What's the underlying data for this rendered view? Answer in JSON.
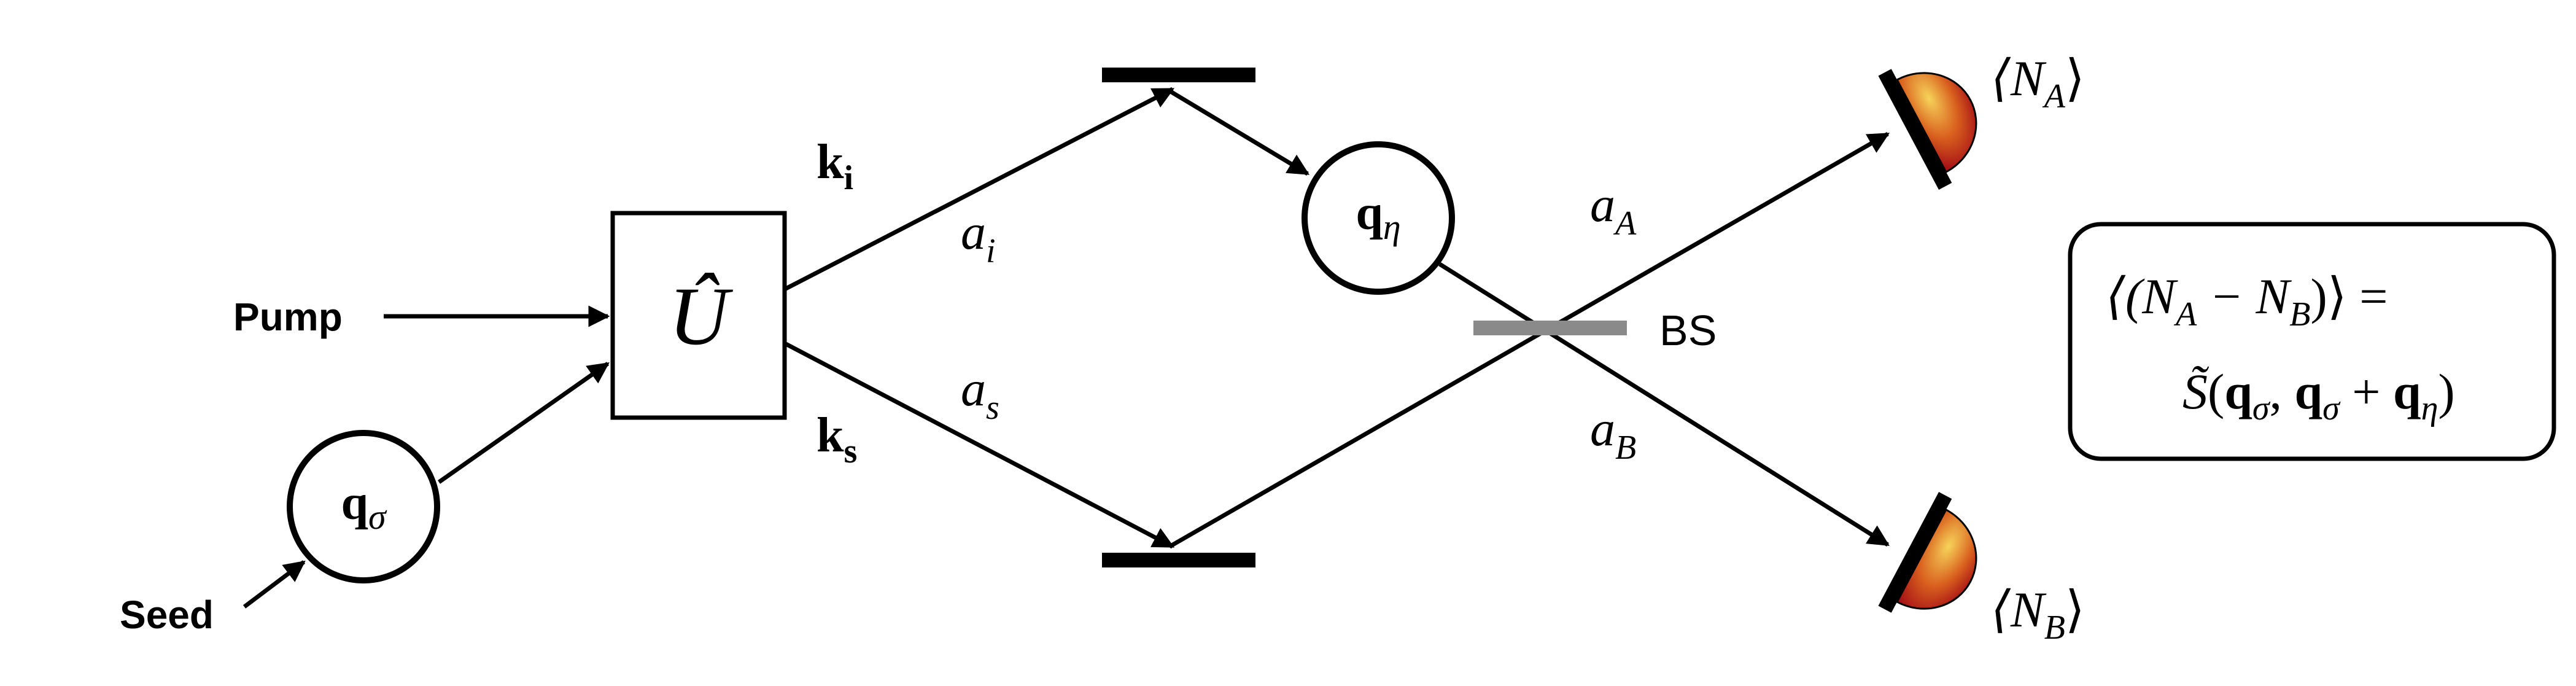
{
  "labels": {
    "pump": "Pump",
    "seed": "Seed",
    "unitary": "Û",
    "q_sigma_base": "q",
    "q_sigma_sub": "σ",
    "q_eta_base": "q",
    "q_eta_sub": "η",
    "k_i_base": "k",
    "k_i_sub": "i",
    "k_s_base": "k",
    "k_s_sub": "s",
    "a_i_base": "a",
    "a_i_sub": "i",
    "a_s_base": "a",
    "a_s_sub": "s",
    "a_A_base": "a",
    "a_A_sub": "A",
    "a_B_base": "a",
    "a_B_sub": "B",
    "bs": "BS",
    "NA_open": "⟨N",
    "NA_sub": "A",
    "NA_close": "⟩",
    "NB_open": "⟨N",
    "NB_sub": "B",
    "NB_close": "⟩"
  },
  "formula": {
    "line1_a": "⟨(N",
    "line1_sub_a": "A",
    "line1_b": " − N",
    "line1_sub_b": "B",
    "line1_c": ")⟩ =",
    "line2_S": "S̃",
    "line2_open": "(",
    "line2_q1": "q",
    "line2_q1_sub": "σ",
    "line2_comma": ", ",
    "line2_q2": "q",
    "line2_q2_sub": "σ",
    "line2_plus": " + ",
    "line2_q3": "q",
    "line2_q3_sub": "η",
    "line2_close": ")"
  },
  "colors": {
    "stroke": "#000000",
    "beam_splitter": "#8a8a8a",
    "detector_light": "#f2c94c",
    "detector_dark": "#b3121b"
  }
}
